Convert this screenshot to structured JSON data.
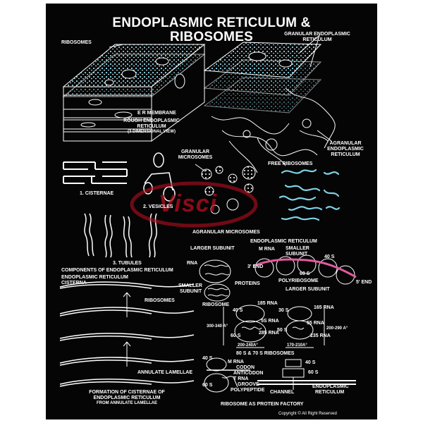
{
  "title_line1": "ENDOPLASMIC RETICULUM &",
  "title_line2": "RIBOSOMES",
  "watermark": "Visci",
  "labels": {
    "ribosomes_top": "RIBOSOMES",
    "er_membrane": "E R MEMBRANE",
    "rough_er_1": "ROUGH ENDOPLASMIC",
    "rough_er_2": "RETICULUM",
    "rough_er_3": "(3 DIMENSIONAL VIEW)",
    "granular_er_1": "GRANULAR ENDOPLASMIC",
    "granular_er_2": "RETICULUM",
    "agranular_er_1": "AGRANULAR",
    "agranular_er_2": "ENDOPLASMIC",
    "agranular_er_3": "RETICULUM",
    "granular_micro_1": "GRANULAR",
    "granular_micro_2": "MICROSOMES",
    "free_ribosomes": "FREE RIBOSOMES",
    "cisternae": "1. CISTERNAE",
    "vesicles": "2. VESICLES",
    "tubules": "3. TUBULES",
    "agranular_micro": "AGRANULAR MICROSOMES",
    "components": "COMPONENTS OF ENDOPLASMIC RETICULUM",
    "er_cisterna_1": "ENDOPLASMIC RETICULUM",
    "er_cisterna_2": "CISTERNA",
    "ribosomes_mid": "RIBOSOMES",
    "annulate": "ANNULATE LAMELLAE",
    "formation_1": "FORMATION OF CISTERNAE OF",
    "formation_2": "ENDOPLASMIC RETICULUM",
    "formation_3": "FROM ANNULATE LAMELLAE",
    "er_mid": "ENDOPLASMIC RETICULUM",
    "larger_subunit": "LARGER SUBUNIT",
    "rna": "RNA",
    "smaller_subunit_1": "SMALLER",
    "smaller_subunit_2": "SUBUNIT",
    "proteins": "PROTEINS",
    "ribosome": "RIBOSOME",
    "m_rna": "m RNA",
    "smaller_poly_1": "SMALLER",
    "smaller_poly_2": "SUBUNIT",
    "three_end": "3' END",
    "five_end": "5' END",
    "s40_poly": "40 S",
    "s60_poly": "60 S",
    "polyribosome": "POLYRIBOSOME",
    "larger_poly": "LARGER SUBUNIT",
    "s40_left": "40 S",
    "s60_left": "60 S",
    "rna185": "185 RNA",
    "rna5s": "5S RNA",
    "rna285": "285 RNA",
    "dim_left": "300-340 A°",
    "s30": "30 S",
    "s50": "50 S",
    "rna165": "165 RNA",
    "rna55": "55 RNA",
    "rna235": "235 RNA",
    "dim_right": "200-290 A°",
    "dim_b_left": "200-240A°",
    "dim_b_right": "170-210A°",
    "ribo_80_70": "80 S & 70 S RIBOSOMES",
    "s40_fac": "40 S",
    "s60_fac": "60 S",
    "rna_m": "m RNA",
    "codon": "CODON",
    "anticodon": "ANTICODON",
    "trna": "t RNA",
    "groove": "GROOVE",
    "polypeptide": "POLYPEPTIDE",
    "channel": "CHANNEL",
    "er_fac_1": "ENDOPLASMIC",
    "er_fac_2": "RETICULUM",
    "s40_right": "40 S",
    "s60_right": "60 S",
    "protein_factory": "RIBOSOME AS PROTEIN FACTORY",
    "copyright": "Copyright ©  All Right  Reserved"
  },
  "colors": {
    "background": "#050505",
    "line": "#ffffff",
    "accent": "#7fd3e6",
    "watermark": "#b80d1f"
  }
}
